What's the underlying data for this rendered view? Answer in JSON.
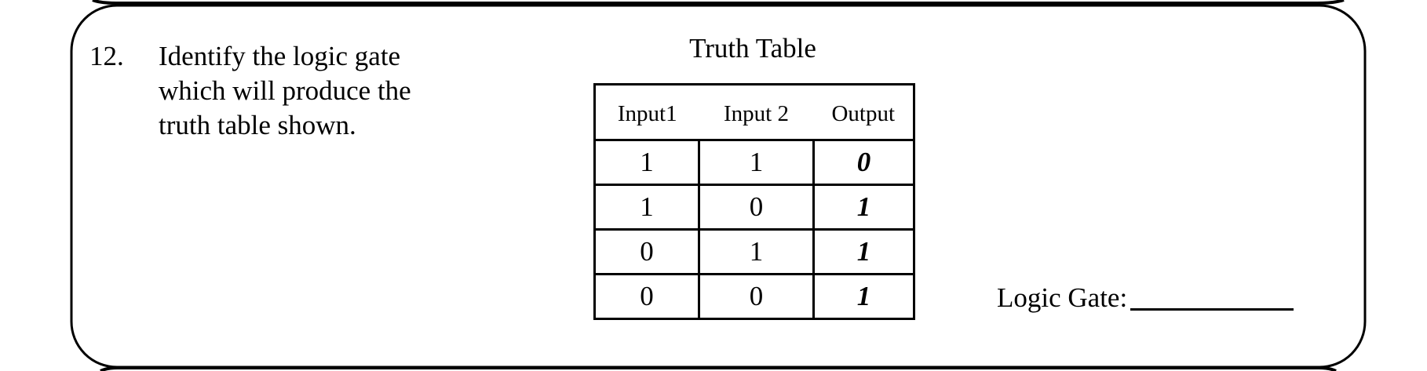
{
  "question": {
    "number": "12.",
    "text_lines": [
      "Identify the logic gate",
      "which will produce the",
      "truth table shown."
    ]
  },
  "truth_table": {
    "title": "Truth Table",
    "headers": [
      "Input1",
      "Input 2",
      "Output"
    ],
    "rows": [
      [
        "1",
        "1",
        "0"
      ],
      [
        "1",
        "0",
        "1"
      ],
      [
        "0",
        "1",
        "1"
      ],
      [
        "0",
        "0",
        "1"
      ]
    ]
  },
  "answer": {
    "label": "Logic Gate:",
    "value": ""
  },
  "colors": {
    "stroke": "#000000",
    "background": "#ffffff"
  }
}
